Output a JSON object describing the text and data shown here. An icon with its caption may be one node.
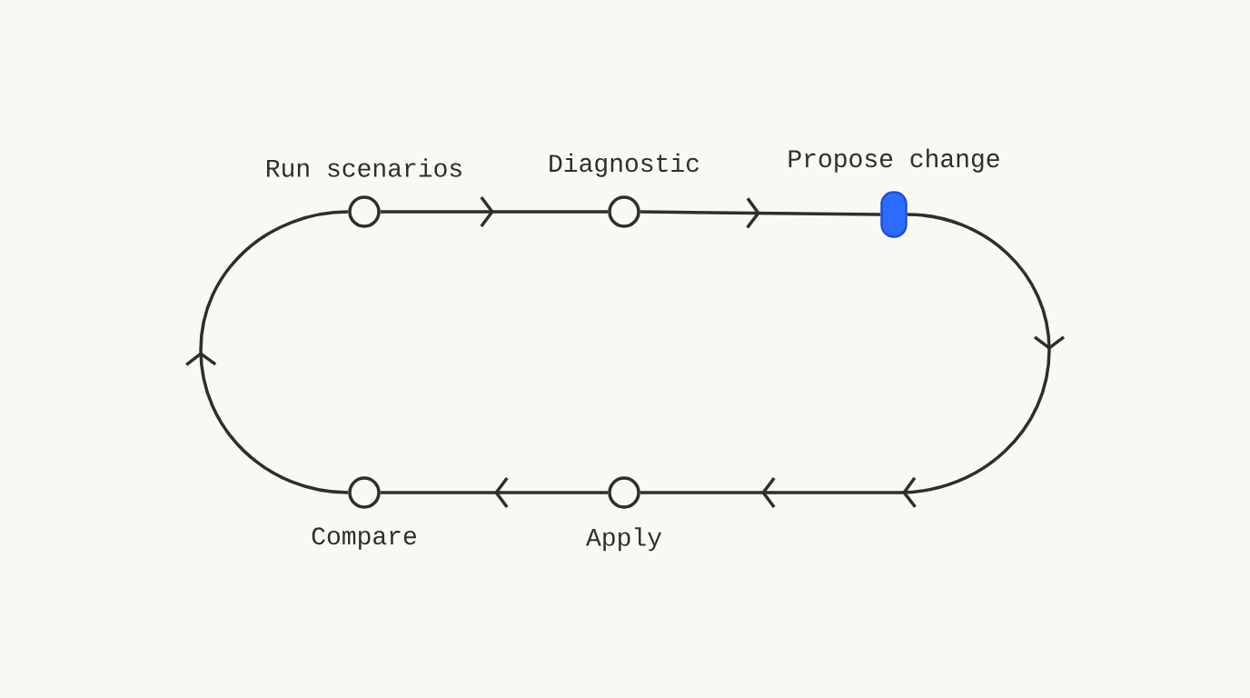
{
  "diagram": {
    "nodes": [
      {
        "text": [
          "Run scenarios"
        ]
      },
      {
        "text": [
          "Diagnostic"
        ]
      },
      {
        "text": [
          "Propose change"
        ]
      },
      {
        "text": [
          "Apply"
        ]
      },
      {
        "text": [
          "Compare"
        ]
      }
    ],
    "edges": [
      {
        "from": 0,
        "to": 1,
        "arrow": "to"
      },
      {
        "from": 1,
        "to": 2,
        "arrow": "to"
      },
      {
        "from": 2,
        "to": 3,
        "arrow": "to"
      },
      {
        "from": 3,
        "to": 4,
        "arrow": "to"
      },
      {
        "from": 4,
        "to": 0,
        "arrow": "to"
      }
    ]
  }
}
